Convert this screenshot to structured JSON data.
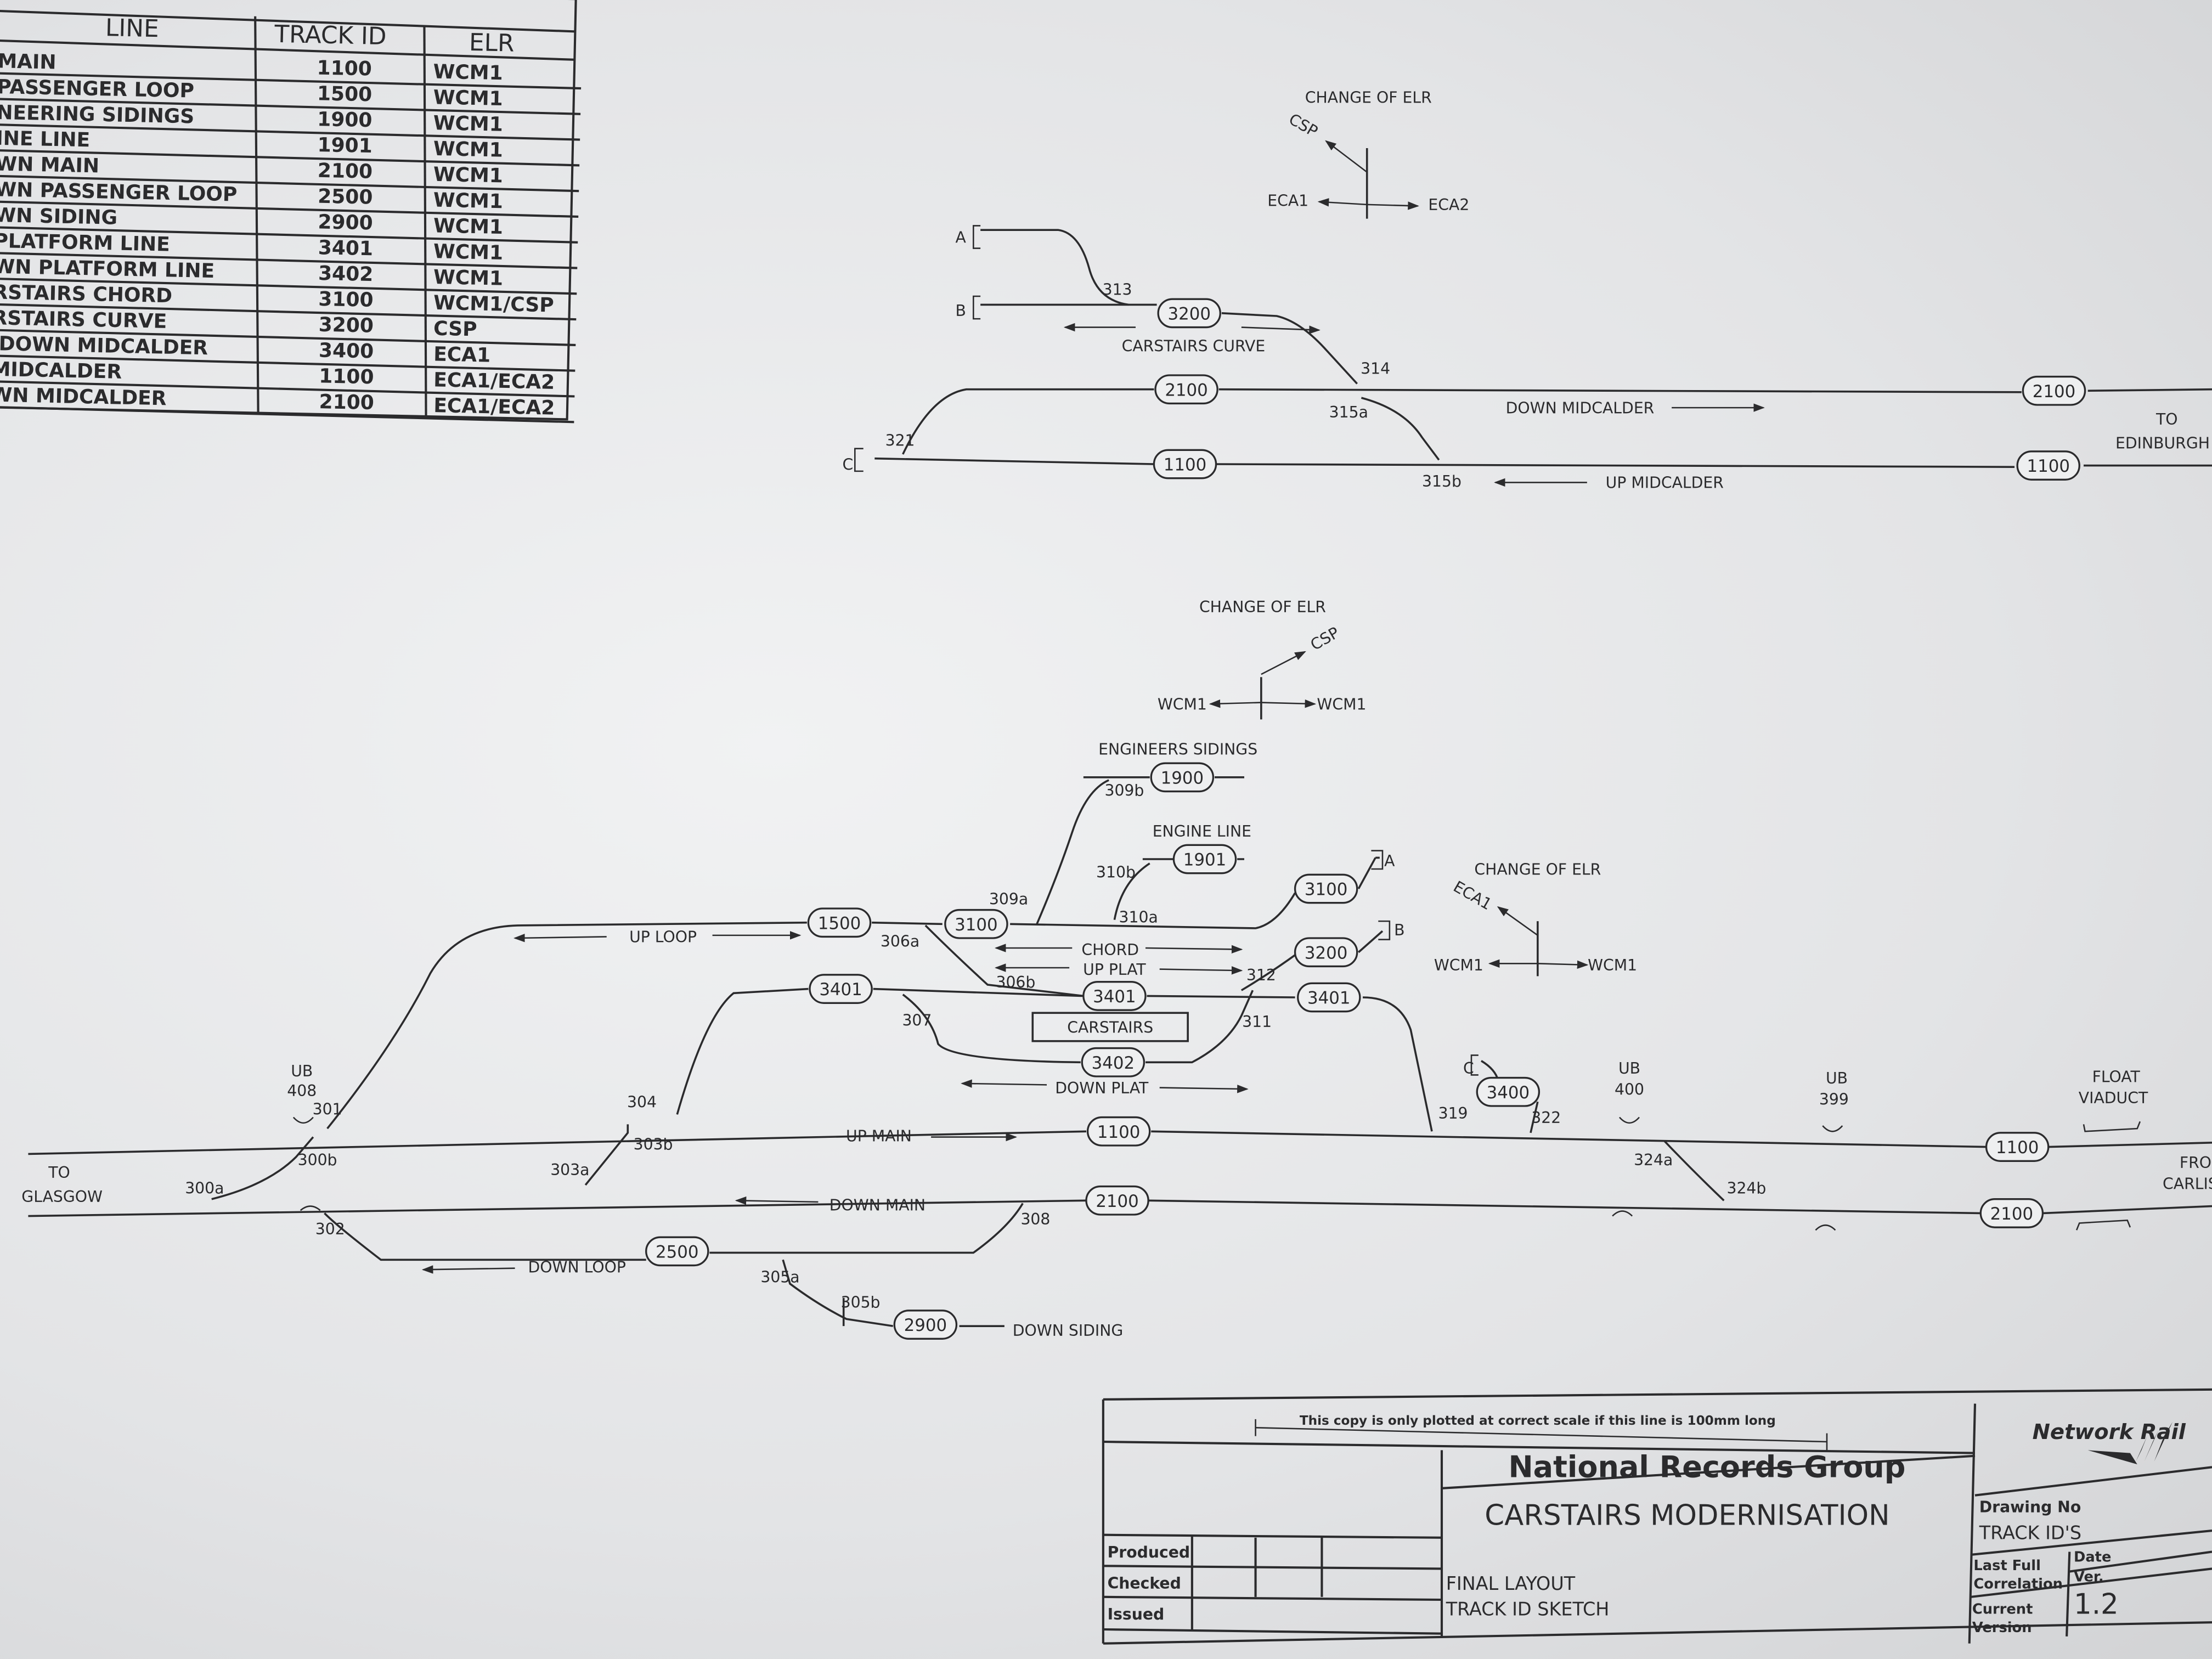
{
  "table": {
    "headers": {
      "line": "LINE",
      "track_id": "TRACK ID",
      "elr": "ELR"
    },
    "rows": [
      {
        "line": "MAIN",
        "track_id": "1100",
        "elr": "WCM1"
      },
      {
        "line": "PASSENGER LOOP",
        "track_id": "1500",
        "elr": "WCM1"
      },
      {
        "line": "NEERING SIDINGS",
        "track_id": "1900",
        "elr": "WCM1"
      },
      {
        "line": "INE LINE",
        "track_id": "1901",
        "elr": "WCM1"
      },
      {
        "line": "WN MAIN",
        "track_id": "2100",
        "elr": "WCM1"
      },
      {
        "line": "WN PASSENGER LOOP",
        "track_id": "2500",
        "elr": "WCM1"
      },
      {
        "line": "WN SIDING",
        "track_id": "2900",
        "elr": "WCM1"
      },
      {
        "line": "PLATFORM LINE",
        "track_id": "3401",
        "elr": "WCM1"
      },
      {
        "line": "WN PLATFORM LINE",
        "track_id": "3402",
        "elr": "WCM1"
      },
      {
        "line": "RSTAIRS CHORD",
        "track_id": "3100",
        "elr": "WCM1/CSP"
      },
      {
        "line": "RSTAIRS CURVE",
        "track_id": "3200",
        "elr": "CSP"
      },
      {
        "line": "/DOWN MIDCALDER",
        "track_id": "3400",
        "elr": "ECA1"
      },
      {
        "line": "MIDCALDER",
        "track_id": "1100",
        "elr": "ECA1/ECA2"
      },
      {
        "line": "WN MIDCALDER",
        "track_id": "2100",
        "elr": "ECA1/ECA2"
      }
    ]
  },
  "diagram": {
    "badges": [
      "3200",
      "2100",
      "1100",
      "2100",
      "1100",
      "1900",
      "1901",
      "3100",
      "1500",
      "3100",
      "3200",
      "3401",
      "3401",
      "3401",
      "3402",
      "3400",
      "1100",
      "1100",
      "2100",
      "2100",
      "2500",
      "2900"
    ],
    "labels": {
      "change_elr_top": "CHANGE OF ELR",
      "csp_top": "CSP",
      "eca1_top": "ECA1",
      "eca2_top": "ECA2",
      "a_top": "A",
      "b_top": "B",
      "c_top": "C",
      "p313": "313",
      "carstairs_curve": "CARSTAIRS CURVE",
      "p314": "314",
      "p315a": "315a",
      "p315b": "315b",
      "p321": "321",
      "down_midcalder": "DOWN MIDCALDER",
      "up_midcalder": "UP MIDCALDER",
      "to_top": "TO",
      "edinburgh": "EDINBURGH",
      "change_elr_mid": "CHANGE OF ELR",
      "csp_mid": "CSP",
      "wcm1_mid_l": "WCM1",
      "wcm1_mid_r": "WCM1",
      "engineers_sidings": "ENGINEERS SIDINGS",
      "p309b": "309b",
      "engine_line": "ENGINE LINE",
      "p310b": "310b",
      "p309a": "309a",
      "p310a": "310a",
      "a_mid": "A",
      "b_mid": "B",
      "change_elr_right": "CHANGE OF ELR",
      "eca1_right": "ECA1",
      "wcm1_right_l": "WCM1",
      "wcm1_right_r": "WCM1",
      "up_loop": "UP LOOP",
      "p306a": "306a",
      "chord": "CHORD",
      "up_plat": "UP PLAT",
      "p312": "312",
      "p306b": "306b",
      "p307": "307",
      "carstairs": "CARSTAIRS",
      "p311": "311",
      "down_plat": "DOWN PLAT",
      "ub408_a": "UB",
      "ub408_b": "408",
      "p301": "301",
      "p304": "304",
      "c_mid": "C",
      "ub400_a": "UB",
      "ub400_b": "400",
      "ub399_a": "UB",
      "ub399_b": "399",
      "float": "FLOAT",
      "viaduct": "VIADUCT",
      "p319": "319",
      "p322": "322",
      "to_glasgow_a": "TO",
      "to_glasgow_b": "GLASGOW",
      "p300b": "300b",
      "p303b": "303b",
      "up_main": "UP MAIN",
      "p300a": "300a",
      "p303a": "303a",
      "p324a": "324a",
      "p324b": "324b",
      "from_a": "FRO",
      "from_b": "CARLIS",
      "down_main": "DOWN MAIN",
      "p308": "308",
      "p302": "302",
      "down_loop": "DOWN LOOP",
      "p305a": "305a",
      "p305b": "305b",
      "down_siding": "DOWN SIDING"
    }
  },
  "title_block": {
    "scale_note": "This copy is only plotted at correct scale if this line is 100mm long",
    "organisation": "National Records Group",
    "project": "CARSTAIRS MODERNISATION",
    "logo_text": "Network Rail",
    "produced": "Produced",
    "checked": "Checked",
    "issued": "Issued",
    "description_1": "FINAL LAYOUT",
    "description_2": "TRACK ID SKETCH",
    "drawing_no_label": "Drawing No",
    "drawing_no": "TRACK ID'S",
    "last_full_1": "Last Full",
    "last_full_2": "Correlation",
    "date_label": "Date",
    "ver_label": "Ver.",
    "current_1": "Current",
    "current_2": "Version",
    "version": "1.2"
  }
}
